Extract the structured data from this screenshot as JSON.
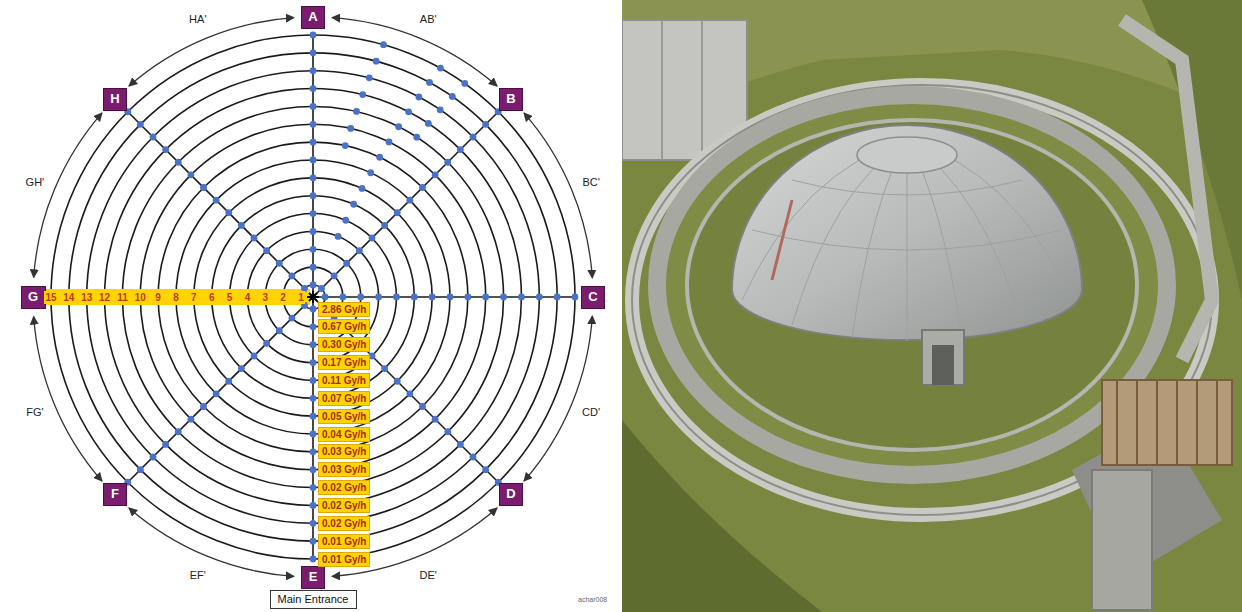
{
  "diagram": {
    "nodes": [
      {
        "text": [
          "A"
        ]
      },
      {
        "text": [
          "B"
        ]
      },
      {
        "text": [
          "C"
        ]
      },
      {
        "text": [
          "D"
        ]
      },
      {
        "text": [
          "E"
        ]
      },
      {
        "text": [
          "F"
        ]
      },
      {
        "text": [
          "G"
        ]
      },
      {
        "text": [
          "H"
        ]
      },
      {
        "text": [
          "Main Entrance"
        ]
      }
    ],
    "edges": [
      {
        "from": 7,
        "to": 0,
        "arrow": "both",
        "label": "HA'"
      },
      {
        "from": 0,
        "to": 1,
        "arrow": "both",
        "label": "AB'"
      },
      {
        "from": 1,
        "to": 2,
        "arrow": "both",
        "label": "BC'"
      },
      {
        "from": 2,
        "to": 3,
        "arrow": "both",
        "label": "CD'"
      },
      {
        "from": 3,
        "to": 4,
        "arrow": "both",
        "label": "DE'"
      },
      {
        "from": 4,
        "to": 5,
        "arrow": "both",
        "label": "EF'"
      },
      {
        "from": 5,
        "to": 6,
        "arrow": "both",
        "label": "FG'"
      },
      {
        "from": 6,
        "to": 7,
        "arrow": "both",
        "label": "GH'"
      }
    ],
    "labels": [
      "15",
      "14",
      "13",
      "12",
      "11",
      "10",
      "9",
      "8",
      "7",
      "6",
      "5",
      "4",
      "3",
      "2",
      "1",
      "2.86 Gy/h",
      "0.67 Gy/h",
      "0.30 Gy/h",
      "0.17 Gy/h",
      "0.11 Gy/h",
      "0.07 Gy/h",
      "0.05 Gy/h",
      "0.04 Gy/h",
      "0.03 Gy/h",
      "0.03 Gy/h",
      "0.02 Gy/h",
      "0.02 Gy/h",
      "0.02 Gy/h",
      "0.01 Gy/h",
      "0.01 Gy/h",
      "achar008"
    ]
  }
}
